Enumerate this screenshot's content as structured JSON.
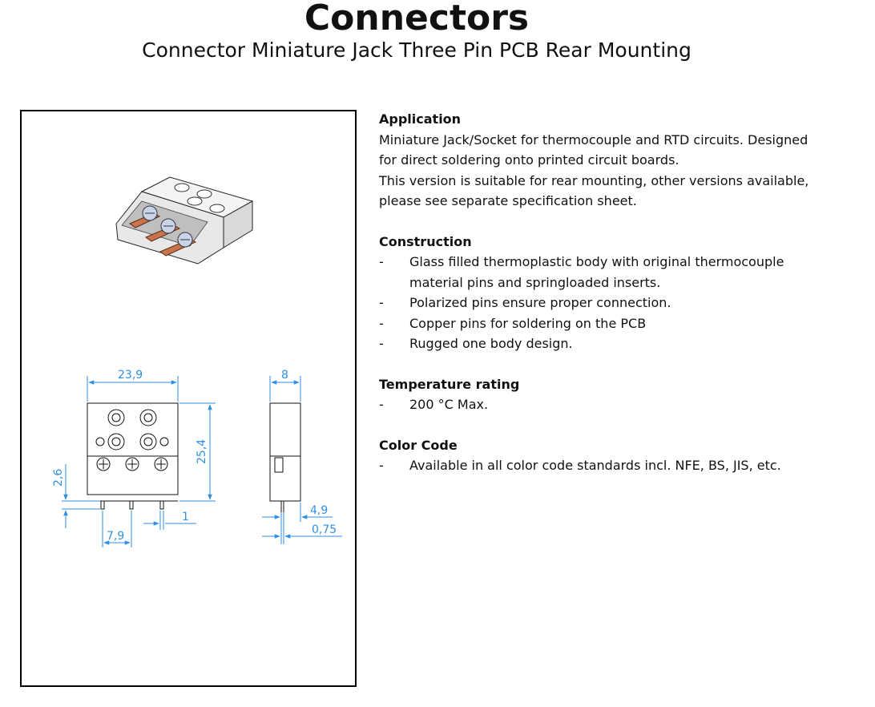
{
  "header": {
    "title": "Connectors",
    "subtitle": "Connector Miniature Jack Three Pin PCB Rear Mounting"
  },
  "drawing": {
    "dimensions": {
      "width": "23,9",
      "height": "25,4",
      "pin_offset": "2,6",
      "pin_pitch": "7,9",
      "pin_width": "1",
      "depth": "8",
      "pin_height": "4,9",
      "pin_thickness": "0,75"
    },
    "colors": {
      "dimension": "#2f8fe0",
      "pin": "#c8744a",
      "body": "#f2f2f2",
      "outline": "#000000"
    }
  },
  "sections": {
    "application": {
      "heading": "Application",
      "line1": "Miniature Jack/Socket for thermocouple and RTD circuits. Designed",
      "line2": "for direct soldering onto printed circuit boards.",
      "line3": "This version is suitable for rear mounting, other versions available,",
      "line4": "please see separate specification sheet."
    },
    "construction": {
      "heading": "Construction",
      "items": [
        "Glass filled thermoplastic body with original thermocouple",
        "material pins and springloaded inserts.",
        "Polarized pins ensure proper connection.",
        "Copper pins for soldering on the PCB",
        "Rugged one body design."
      ]
    },
    "temperature": {
      "heading": "Temperature rating",
      "items": [
        "200 °C Max."
      ]
    },
    "color_code": {
      "heading": "Color Code",
      "items": [
        "Available in all color code standards incl. NFE, BS, JIS, etc."
      ]
    },
    "dash": "-"
  }
}
